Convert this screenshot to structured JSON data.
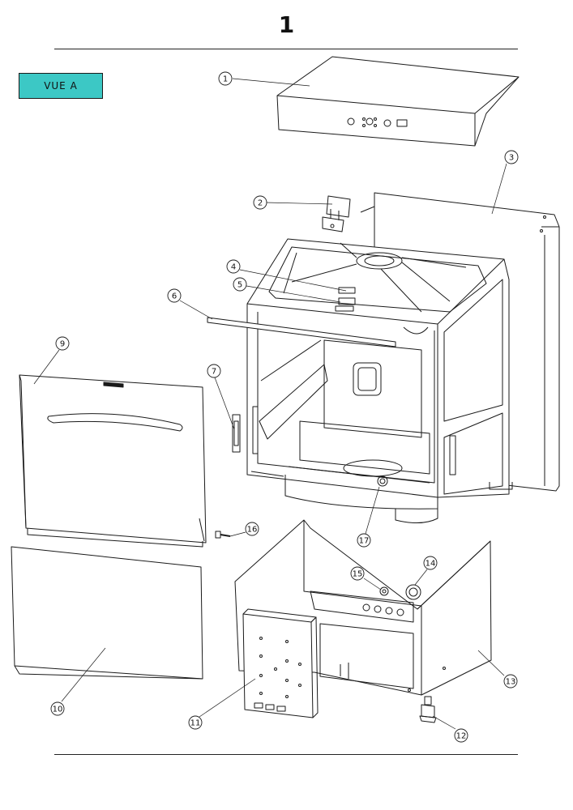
{
  "page": {
    "number": "1",
    "view_label": "VUE A"
  },
  "colors": {
    "view_label_bg": "#3cc8c5",
    "line": "#1a1a1a"
  },
  "callouts": [
    {
      "label": "1"
    },
    {
      "label": "2"
    },
    {
      "label": "3"
    },
    {
      "label": "4"
    },
    {
      "label": "5"
    },
    {
      "label": "6"
    },
    {
      "label": "7"
    },
    {
      "label": "9"
    },
    {
      "label": "10"
    },
    {
      "label": "11"
    },
    {
      "label": "12"
    },
    {
      "label": "13"
    },
    {
      "label": "14"
    },
    {
      "label": "15"
    },
    {
      "label": "16"
    },
    {
      "label": "17"
    }
  ]
}
